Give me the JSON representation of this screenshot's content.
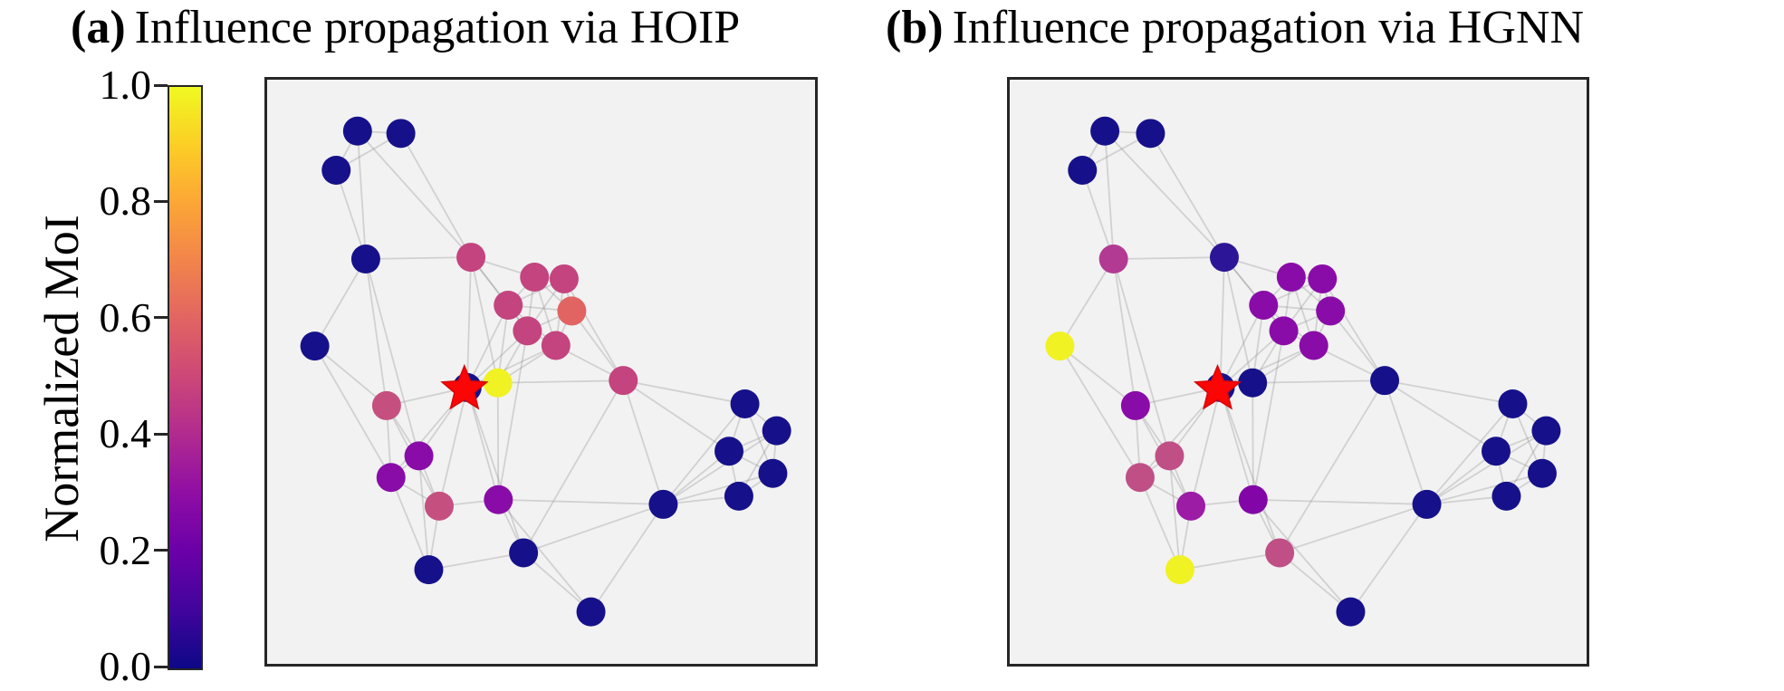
{
  "figure": {
    "background": "#ffffff",
    "panel_background": "#f2f2f2",
    "frame_color": "#262626",
    "edge_color": "#8c8c8c",
    "edge_opacity": 0.32,
    "edge_width": 1.8,
    "node_radius": 16,
    "star_color": "#fb0505",
    "star_edge_color": "#d40808"
  },
  "panels": [
    {
      "tag": "(a)",
      "title": "Influence propagation via HOIP"
    },
    {
      "tag": "(b)",
      "title": "Influence propagation via HGNN"
    }
  ],
  "colorbar": {
    "label": "Normalized MoI",
    "ticks": [
      "1.0",
      "0.8",
      "0.6",
      "0.4",
      "0.2",
      "0.0"
    ],
    "min": 0.0,
    "max": 1.0,
    "colormap": "plasma",
    "gradient_top_to_bottom": [
      "#f0f921",
      "#fcce25",
      "#fca636",
      "#f2844b",
      "#e16462",
      "#cc4778",
      "#b12a90",
      "#8f0da4",
      "#6a00a8",
      "#41049d",
      "#0d0887"
    ]
  },
  "chart_data": {
    "type": "network",
    "description": "Two panels showing the same 29-node network with identical layout; node colors encode Normalized MoI (plasma colormap). A red star marks the seed/source node.",
    "source_node": "src",
    "nodes": [
      {
        "id": "n1",
        "x": 0.165,
        "y": 0.088
      },
      {
        "id": "n2",
        "x": 0.244,
        "y": 0.092
      },
      {
        "id": "n3",
        "x": 0.126,
        "y": 0.155
      },
      {
        "id": "n4",
        "x": 0.18,
        "y": 0.307
      },
      {
        "id": "n5",
        "x": 0.087,
        "y": 0.456
      },
      {
        "id": "n6",
        "x": 0.372,
        "y": 0.304
      },
      {
        "id": "n7",
        "x": 0.488,
        "y": 0.338
      },
      {
        "id": "n8",
        "x": 0.542,
        "y": 0.341
      },
      {
        "id": "n9",
        "x": 0.44,
        "y": 0.386
      },
      {
        "id": "n10",
        "x": 0.556,
        "y": 0.396
      },
      {
        "id": "n11",
        "x": 0.475,
        "y": 0.43
      },
      {
        "id": "n12",
        "x": 0.527,
        "y": 0.455
      },
      {
        "id": "n13",
        "x": 0.65,
        "y": 0.515
      },
      {
        "id": "n14",
        "x": 0.218,
        "y": 0.558
      },
      {
        "id": "n15",
        "x": 0.421,
        "y": 0.519
      },
      {
        "id": "n16",
        "x": 0.277,
        "y": 0.644
      },
      {
        "id": "n17",
        "x": 0.226,
        "y": 0.681
      },
      {
        "id": "n18",
        "x": 0.314,
        "y": 0.73
      },
      {
        "id": "n19",
        "x": 0.422,
        "y": 0.719
      },
      {
        "id": "n20",
        "x": 0.468,
        "y": 0.81
      },
      {
        "id": "n21",
        "x": 0.295,
        "y": 0.839
      },
      {
        "id": "n22",
        "x": 0.591,
        "y": 0.911
      },
      {
        "id": "n23",
        "x": 0.723,
        "y": 0.727
      },
      {
        "id": "n24",
        "x": 0.872,
        "y": 0.555
      },
      {
        "id": "n25",
        "x": 0.93,
        "y": 0.601
      },
      {
        "id": "n26",
        "x": 0.843,
        "y": 0.636
      },
      {
        "id": "n27",
        "x": 0.923,
        "y": 0.674
      },
      {
        "id": "n28",
        "x": 0.861,
        "y": 0.713
      },
      {
        "id": "src",
        "x": 0.365,
        "y": 0.527
      }
    ],
    "edges": [
      [
        "n1",
        "n2"
      ],
      [
        "n1",
        "n3"
      ],
      [
        "n2",
        "n3"
      ],
      [
        "n1",
        "n4"
      ],
      [
        "n3",
        "n4"
      ],
      [
        "n1",
        "n6"
      ],
      [
        "n2",
        "n6"
      ],
      [
        "n4",
        "n5"
      ],
      [
        "n4",
        "n6"
      ],
      [
        "n4",
        "n14"
      ],
      [
        "n4",
        "n16"
      ],
      [
        "n5",
        "n14"
      ],
      [
        "n5",
        "n17"
      ],
      [
        "n6",
        "n7"
      ],
      [
        "n6",
        "n9"
      ],
      [
        "n6",
        "n11"
      ],
      [
        "n6",
        "n15"
      ],
      [
        "n6",
        "src"
      ],
      [
        "n7",
        "n8"
      ],
      [
        "n7",
        "n9"
      ],
      [
        "n7",
        "n10"
      ],
      [
        "n7",
        "n11"
      ],
      [
        "n7",
        "n12"
      ],
      [
        "n8",
        "n9"
      ],
      [
        "n8",
        "n10"
      ],
      [
        "n8",
        "n11"
      ],
      [
        "n8",
        "n12"
      ],
      [
        "n8",
        "n13"
      ],
      [
        "n9",
        "n10"
      ],
      [
        "n9",
        "n11"
      ],
      [
        "n9",
        "n12"
      ],
      [
        "n9",
        "n15"
      ],
      [
        "n9",
        "src"
      ],
      [
        "n10",
        "n11"
      ],
      [
        "n10",
        "n12"
      ],
      [
        "n10",
        "n13"
      ],
      [
        "n11",
        "n12"
      ],
      [
        "n11",
        "n15"
      ],
      [
        "n11",
        "src"
      ],
      [
        "n11",
        "n19"
      ],
      [
        "n12",
        "n13"
      ],
      [
        "n12",
        "n15"
      ],
      [
        "n12",
        "src"
      ],
      [
        "n13",
        "n15"
      ],
      [
        "n13",
        "n23"
      ],
      [
        "n13",
        "n24"
      ],
      [
        "n13",
        "n26"
      ],
      [
        "n13",
        "n20"
      ],
      [
        "n14",
        "src"
      ],
      [
        "n14",
        "n16"
      ],
      [
        "n14",
        "n17"
      ],
      [
        "n14",
        "n18"
      ],
      [
        "n15",
        "src"
      ],
      [
        "n15",
        "n19"
      ],
      [
        "src",
        "n16"
      ],
      [
        "src",
        "n17"
      ],
      [
        "src",
        "n18"
      ],
      [
        "src",
        "n19"
      ],
      [
        "src",
        "n20"
      ],
      [
        "n16",
        "n17"
      ],
      [
        "n16",
        "n18"
      ],
      [
        "n16",
        "n21"
      ],
      [
        "n17",
        "n18"
      ],
      [
        "n17",
        "n21"
      ],
      [
        "n18",
        "n19"
      ],
      [
        "n18",
        "n21"
      ],
      [
        "n19",
        "n20"
      ],
      [
        "n19",
        "n23"
      ],
      [
        "n19",
        "n22"
      ],
      [
        "n20",
        "n21"
      ],
      [
        "n20",
        "n22"
      ],
      [
        "n20",
        "n23"
      ],
      [
        "n22",
        "n23"
      ],
      [
        "n23",
        "n24"
      ],
      [
        "n23",
        "n25"
      ],
      [
        "n23",
        "n26"
      ],
      [
        "n23",
        "n27"
      ],
      [
        "n23",
        "n28"
      ],
      [
        "n24",
        "n25"
      ],
      [
        "n24",
        "n26"
      ],
      [
        "n24",
        "n27"
      ],
      [
        "n25",
        "n26"
      ],
      [
        "n25",
        "n27"
      ],
      [
        "n25",
        "n28"
      ],
      [
        "n26",
        "n27"
      ],
      [
        "n26",
        "n28"
      ],
      [
        "n27",
        "n28"
      ]
    ],
    "panels": [
      {
        "name": "HOIP",
        "node_colors": [
          "#16118a",
          "#16118a",
          "#16118a",
          "#16118a",
          "#16118a",
          "#c3447e",
          "#c3447e",
          "#c3447e",
          "#c3447e",
          "#e16462",
          "#c3447e",
          "#c3447e",
          "#c3447e",
          "#c5507f",
          "#f0f224",
          "#8a0ca8",
          "#8a0ca8",
          "#c5507f",
          "#8a0ca8",
          "#16118a",
          "#16118a",
          "#16118a",
          "#16118a",
          "#16118a",
          "#16118a",
          "#16118a",
          "#16118a",
          "#16118a",
          "#16118a"
        ],
        "node_values": [
          0.02,
          0.02,
          0.02,
          0.02,
          0.02,
          0.5,
          0.5,
          0.5,
          0.5,
          0.6,
          0.5,
          0.5,
          0.5,
          0.48,
          1.0,
          0.2,
          0.2,
          0.48,
          0.2,
          0.02,
          0.02,
          0.02,
          0.02,
          0.02,
          0.02,
          0.02,
          0.02,
          0.02,
          0.02
        ]
      },
      {
        "name": "HGNN",
        "node_colors": [
          "#16118a",
          "#16118a",
          "#16118a",
          "#b23a93",
          "#f0f224",
          "#2c1697",
          "#8a0ca8",
          "#8a0ca8",
          "#8a0ca8",
          "#8a0ca8",
          "#8a0ca8",
          "#8a0ca8",
          "#16118a",
          "#8a0ca8",
          "#16118a",
          "#c04f86",
          "#c04f86",
          "#9c1ca6",
          "#8206a7",
          "#c04f86",
          "#f0f224",
          "#16118a",
          "#16118a",
          "#16118a",
          "#16118a",
          "#16118a",
          "#16118a",
          "#16118a",
          "#16118a"
        ],
        "node_values": [
          0.02,
          0.02,
          0.02,
          0.38,
          1.0,
          0.08,
          0.2,
          0.2,
          0.2,
          0.2,
          0.2,
          0.2,
          0.02,
          0.2,
          0.02,
          0.46,
          0.46,
          0.26,
          0.2,
          0.46,
          1.0,
          0.02,
          0.02,
          0.02,
          0.02,
          0.02,
          0.02,
          0.02,
          0.02
        ]
      }
    ]
  }
}
